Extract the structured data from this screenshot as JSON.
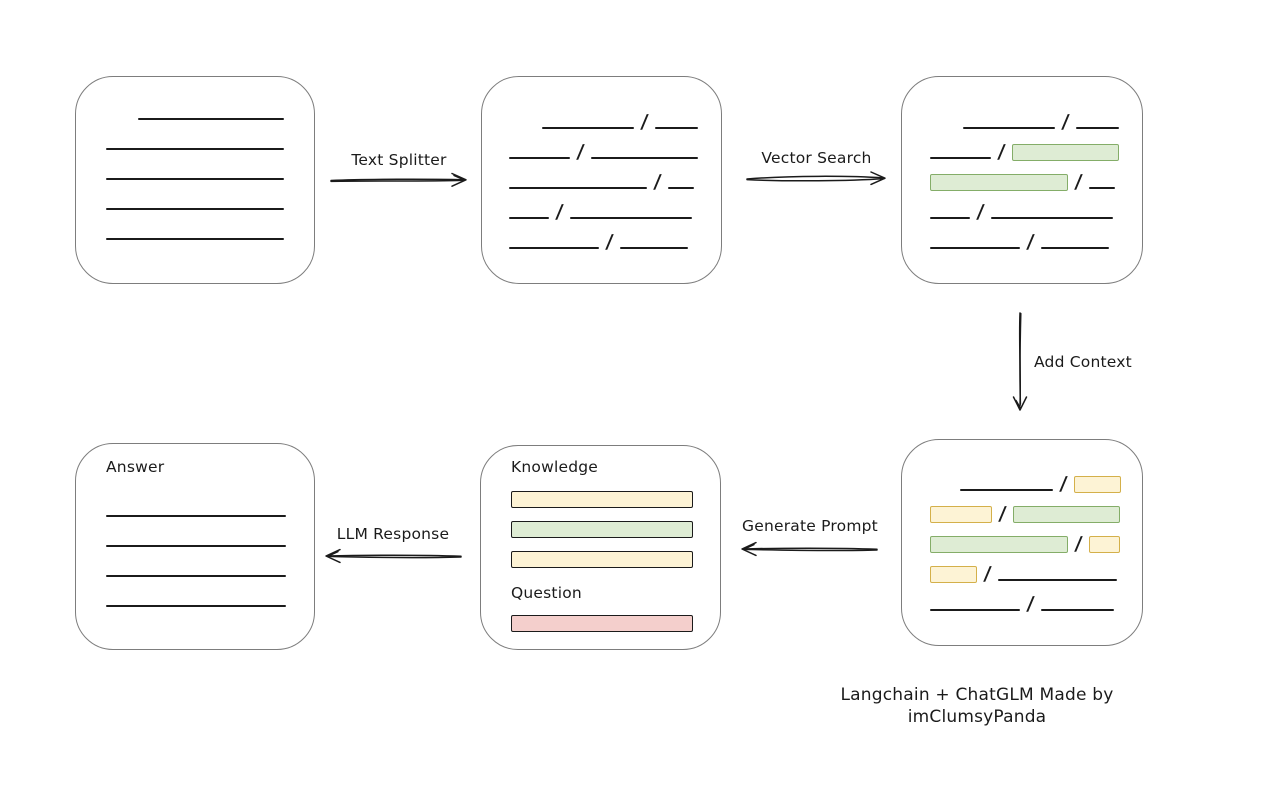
{
  "labels": {
    "text_splitter": "Text Splitter",
    "vector_search": "Vector Search",
    "add_context": "Add Context",
    "generate_prompt": "Generate Prompt",
    "llm_response": "LLM Response"
  },
  "boxes": {
    "document": {
      "rows": [
        {
          "ml": 32,
          "items": [
            {
              "t": "line",
              "w": 148
            }
          ]
        },
        {
          "items": [
            {
              "t": "line",
              "w": 180
            }
          ]
        },
        {
          "items": [
            {
              "t": "line",
              "w": 180
            }
          ]
        },
        {
          "items": [
            {
              "t": "line",
              "w": 180
            }
          ]
        },
        {
          "items": [
            {
              "t": "line",
              "w": 180
            }
          ]
        }
      ]
    },
    "chunks": {
      "rows": [
        {
          "ml": 33,
          "items": [
            {
              "t": "line",
              "w": 92
            },
            {
              "t": "line",
              "w": 43
            }
          ]
        },
        {
          "items": [
            {
              "t": "line",
              "w": 61
            },
            {
              "t": "line",
              "w": 107
            }
          ]
        },
        {
          "items": [
            {
              "t": "line",
              "w": 138
            },
            {
              "t": "line",
              "w": 26
            }
          ]
        },
        {
          "items": [
            {
              "t": "line",
              "w": 40
            },
            {
              "t": "line",
              "w": 122
            }
          ]
        },
        {
          "items": [
            {
              "t": "line",
              "w": 90
            },
            {
              "t": "line",
              "w": 68
            }
          ]
        }
      ]
    },
    "retrieved": {
      "rows": [
        {
          "ml": 33,
          "items": [
            {
              "t": "line",
              "w": 92
            },
            {
              "t": "line",
              "w": 43
            }
          ]
        },
        {
          "items": [
            {
              "t": "line",
              "w": 61
            },
            {
              "t": "green",
              "w": 107
            }
          ]
        },
        {
          "items": [
            {
              "t": "green",
              "w": 138
            },
            {
              "t": "line",
              "w": 26
            }
          ]
        },
        {
          "items": [
            {
              "t": "line",
              "w": 40
            },
            {
              "t": "line",
              "w": 122
            }
          ]
        },
        {
          "items": [
            {
              "t": "line",
              "w": 90
            },
            {
              "t": "line",
              "w": 68
            }
          ]
        }
      ]
    },
    "context": {
      "rows": [
        {
          "ml": 30,
          "items": [
            {
              "t": "line",
              "w": 93
            },
            {
              "t": "yellow",
              "w": 47
            }
          ]
        },
        {
          "items": [
            {
              "t": "yellow",
              "w": 62
            },
            {
              "t": "green",
              "w": 107
            }
          ]
        },
        {
          "items": [
            {
              "t": "green",
              "w": 138
            },
            {
              "t": "yellow",
              "w": 31
            }
          ]
        },
        {
          "items": [
            {
              "t": "yellow",
              "w": 47
            },
            {
              "t": "line",
              "w": 119
            }
          ]
        },
        {
          "items": [
            {
              "t": "line",
              "w": 90
            },
            {
              "t": "line",
              "w": 73
            }
          ]
        }
      ]
    },
    "prompt": {
      "knowledge_label": "Knowledge",
      "knowledge_bars": [
        {
          "t": "yellow",
          "w": 182
        },
        {
          "t": "green",
          "w": 182
        },
        {
          "t": "yellow",
          "w": 182
        }
      ],
      "question_label": "Question",
      "question_bars": [
        {
          "t": "red",
          "w": 182
        }
      ]
    },
    "answer": {
      "label": "Answer",
      "rows": [
        {
          "items": [
            {
              "t": "line",
              "w": 180
            }
          ]
        },
        {
          "items": [
            {
              "t": "line",
              "w": 180
            }
          ]
        },
        {
          "items": [
            {
              "t": "line",
              "w": 180
            }
          ]
        },
        {
          "items": [
            {
              "t": "line",
              "w": 180
            }
          ]
        }
      ]
    }
  },
  "footer": {
    "credit": "Langchain + ChatGLM Made by imClumsyPanda"
  },
  "colors": {
    "ink": "#1b1b1b",
    "box_border": "#7d7d7d",
    "green_fill": "#deecd4",
    "green_border": "#84ad68",
    "yellow_fill": "#fdf3d5",
    "yellow_border": "#d4b04a",
    "red_fill": "#f4cfcc",
    "red_border": "#b85450"
  }
}
